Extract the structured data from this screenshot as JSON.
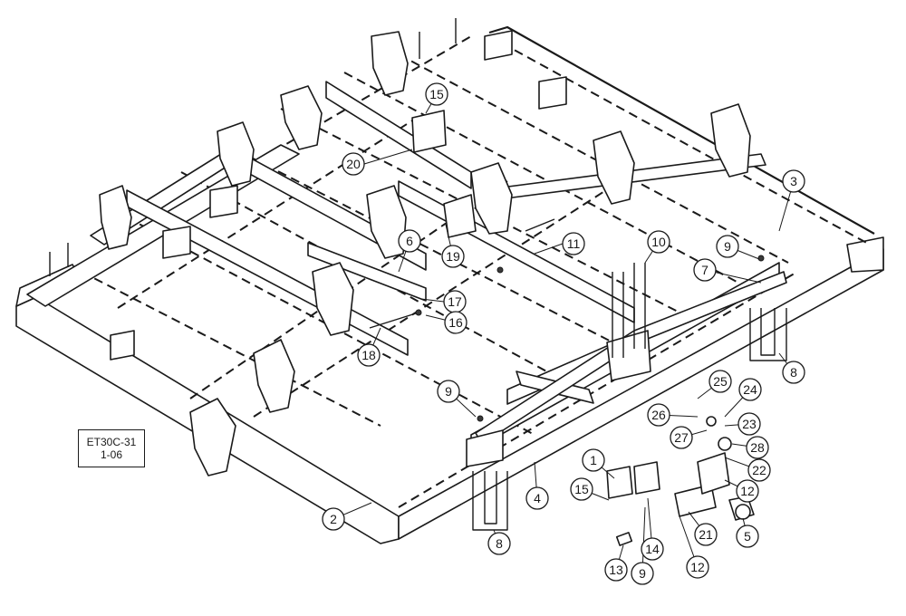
{
  "drawing": {
    "code_line1": "ET30C-31",
    "code_line2": "1-06"
  },
  "callouts": [
    {
      "id": "c15a",
      "label": "15"
    },
    {
      "id": "c20",
      "label": "20"
    },
    {
      "id": "c3",
      "label": "3"
    },
    {
      "id": "c6",
      "label": "6"
    },
    {
      "id": "c19",
      "label": "19"
    },
    {
      "id": "c11",
      "label": "11"
    },
    {
      "id": "c10",
      "label": "10"
    },
    {
      "id": "c9a",
      "label": "9"
    },
    {
      "id": "c7",
      "label": "7"
    },
    {
      "id": "c17",
      "label": "17"
    },
    {
      "id": "c16",
      "label": "16"
    },
    {
      "id": "c18",
      "label": "18"
    },
    {
      "id": "c8a",
      "label": "8"
    },
    {
      "id": "c9b",
      "label": "9"
    },
    {
      "id": "c25",
      "label": "25"
    },
    {
      "id": "c24",
      "label": "24"
    },
    {
      "id": "c26",
      "label": "26"
    },
    {
      "id": "c23",
      "label": "23"
    },
    {
      "id": "c27",
      "label": "27"
    },
    {
      "id": "c28",
      "label": "28"
    },
    {
      "id": "c22",
      "label": "22"
    },
    {
      "id": "c1",
      "label": "1"
    },
    {
      "id": "c12a",
      "label": "12"
    },
    {
      "id": "c15b",
      "label": "15"
    },
    {
      "id": "c4",
      "label": "4"
    },
    {
      "id": "c2",
      "label": "2"
    },
    {
      "id": "c5",
      "label": "5"
    },
    {
      "id": "c21",
      "label": "21"
    },
    {
      "id": "c8b",
      "label": "8"
    },
    {
      "id": "c14",
      "label": "14"
    },
    {
      "id": "c12b",
      "label": "12"
    },
    {
      "id": "c13",
      "label": "13"
    },
    {
      "id": "c9c",
      "label": "9"
    }
  ]
}
